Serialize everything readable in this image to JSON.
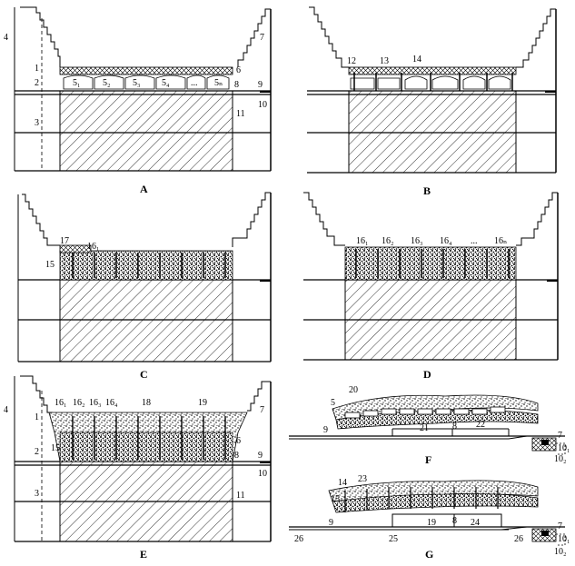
{
  "panels": [
    {
      "id": "A",
      "label": "A",
      "callouts": [
        "4",
        "7",
        "6",
        "5₁",
        "5₂",
        "5₃",
        "5₄",
        "...",
        "5ₙ",
        "8",
        "9",
        "10",
        "11",
        "1",
        "2",
        "3"
      ]
    },
    {
      "id": "B",
      "label": "B",
      "callouts": [
        "12",
        "13",
        "14"
      ]
    },
    {
      "id": "C",
      "label": "C",
      "callouts": [
        "17",
        "16₁",
        "15"
      ]
    },
    {
      "id": "D",
      "label": "D",
      "callouts": [
        "16₁",
        "16₂",
        "16₃",
        "16₄",
        "...",
        "16ₙ"
      ]
    },
    {
      "id": "E",
      "label": "E",
      "callouts": [
        "4",
        "16₁",
        "16₂",
        "16₃",
        "16₄",
        "18",
        "19",
        "7",
        "6",
        "15",
        "8",
        "9",
        "10",
        "11",
        "1",
        "2",
        "3"
      ]
    },
    {
      "id": "F",
      "label": "F",
      "callouts": [
        "20",
        "5",
        "9",
        "21",
        "8",
        "22",
        "7",
        "10₁",
        "10₂"
      ]
    },
    {
      "id": "G",
      "label": "G",
      "callouts": [
        "14",
        "23",
        "15",
        "9",
        "26",
        "25",
        "19",
        "8",
        "24",
        "26",
        "7",
        "10₁",
        "10₂"
      ]
    }
  ],
  "colors": {
    "ink": "#000000",
    "paper": "#ffffff"
  }
}
